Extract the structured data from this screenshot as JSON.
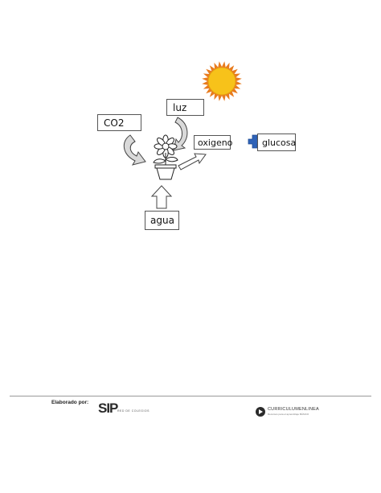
{
  "diagram": {
    "labels": {
      "co2": "CO2",
      "luz": "luz",
      "oxigeno": "oxigeno",
      "glucosa": "glucosa",
      "agua": "agua"
    },
    "icons": [
      "sun-icon",
      "flower-pot-icon",
      "plus-icon",
      "curved-arrow-icon",
      "straight-arrow-icon"
    ],
    "colors": {
      "sun_fill": "#f7c21a",
      "sun_ray": "#e87c1f",
      "plus": "#2f63b8",
      "arrow": "#d9d9d9",
      "arrow_stroke": "#444444"
    }
  },
  "footer": {
    "elaborado_label": "Elaborado por:",
    "sip_logo": "SIP",
    "sip_subtitle": "RED DE COLEGIOS",
    "curriculum_name": "CURRICULUMENLINEA",
    "curriculum_tagline": "Recursos para el aprendizaje BÁSICO"
  }
}
